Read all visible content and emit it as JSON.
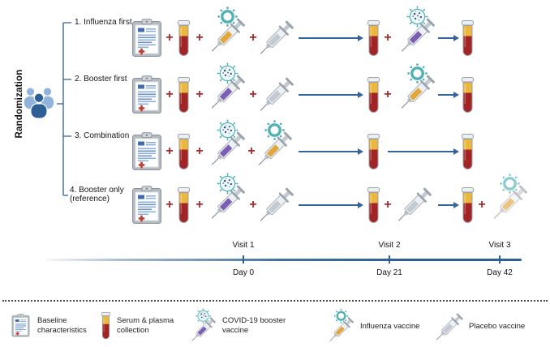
{
  "figure": {
    "randomization_label": "Randomization",
    "plus": "+"
  },
  "arms": [
    {
      "label": "1. Influenza first",
      "visit1": [
        "baseline-characteristics",
        "serum-plasma-collection",
        "influenza-vaccine",
        "placebo-vaccine"
      ],
      "visit2": [
        "serum-plasma-collection",
        "covid19-booster-vaccine"
      ],
      "visit3": [
        "serum-plasma-collection"
      ]
    },
    {
      "label": "2. Booster first",
      "visit1": [
        "baseline-characteristics",
        "serum-plasma-collection",
        "covid19-booster-vaccine",
        "placebo-vaccine"
      ],
      "visit2": [
        "serum-plasma-collection",
        "influenza-vaccine"
      ],
      "visit3": [
        "serum-plasma-collection"
      ]
    },
    {
      "label": "3. Combination",
      "visit1": [
        "baseline-characteristics",
        "serum-plasma-collection",
        "covid19-booster-vaccine",
        "influenza-vaccine"
      ],
      "visit2": [
        "serum-plasma-collection"
      ],
      "visit3": [
        "serum-plasma-collection"
      ]
    },
    {
      "label": "4. Booster only (reference)",
      "visit1": [
        "baseline-characteristics",
        "serum-plasma-collection",
        "covid19-booster-vaccine",
        "placebo-vaccine"
      ],
      "visit2": [
        "serum-plasma-collection",
        "placebo-vaccine"
      ],
      "visit3": [
        "serum-plasma-collection",
        "influenza-vaccine-offered"
      ]
    }
  ],
  "timeline": {
    "visits": [
      {
        "visit": "Visit 1",
        "day": "Day 0"
      },
      {
        "visit": "Visit 2",
        "day": "Day 21"
      },
      {
        "visit": "Visit 3",
        "day": "Day 42"
      }
    ]
  },
  "legend": {
    "items": [
      {
        "icon": "clipboard-icon",
        "label": "Baseline characteristics"
      },
      {
        "icon": "blood-tube-icon",
        "label": "Serum & plasma collection"
      },
      {
        "icon": "covid-booster-vaccine-icon",
        "label": "COVID-19 booster vaccine"
      },
      {
        "icon": "influenza-vaccine-icon",
        "label": "Influenza vaccine"
      },
      {
        "icon": "placebo-syringe-icon",
        "label": "Placebo vaccine"
      }
    ]
  },
  "colors": {
    "line_blue": "#2e5e96",
    "plus_red": "#a62a2a",
    "serum_yellow": "#e9b63c",
    "blood_red": "#a32424",
    "covid_purple": "#7b5fb5",
    "influenza_amber": "#e2a63b",
    "placebo_gray": "#c3cad1",
    "virus_teal": "#4fb0b6"
  }
}
